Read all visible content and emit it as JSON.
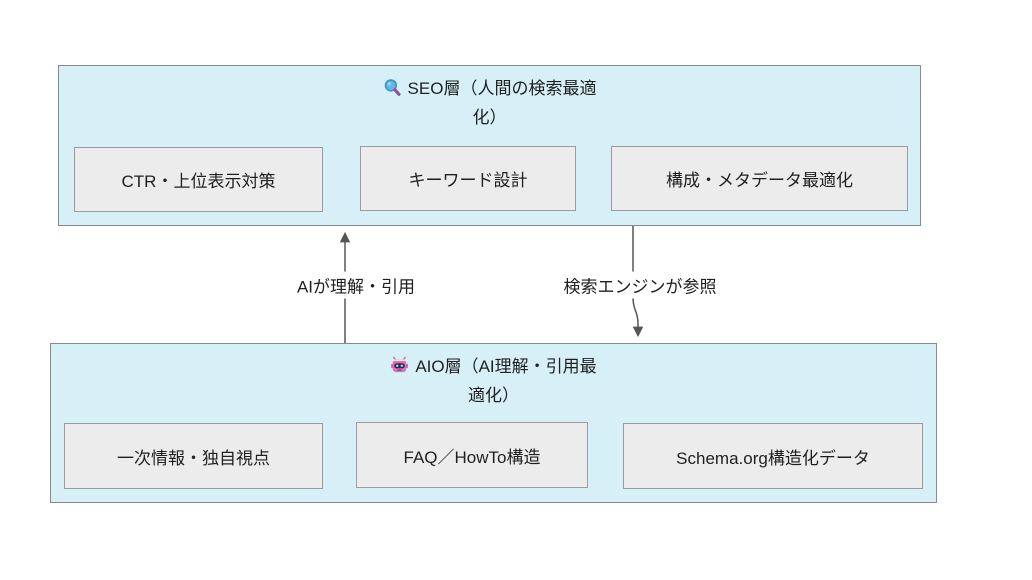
{
  "diagram": {
    "type": "layered-flowchart",
    "layers": [
      {
        "id": "seo",
        "icon": "magnifying-glass-icon",
        "title": "SEO層（人間の検索最適化）",
        "title_lines": [
          "SEO層（人間の検索最適",
          "化）"
        ],
        "nodes": [
          {
            "label": "CTR・上位表示対策"
          },
          {
            "label": "キーワード設計"
          },
          {
            "label": "構成・メタデータ最適化"
          }
        ]
      },
      {
        "id": "aio",
        "icon": "robot-icon",
        "title": "AIO層（AI理解・引用最適化）",
        "title_lines": [
          "AIO層（AI理解・引用最",
          "適化）"
        ],
        "nodes": [
          {
            "label": "一次情報・独自視点"
          },
          {
            "label": "FAQ／HowTo構造"
          },
          {
            "label": "Schema.org構造化データ"
          }
        ]
      }
    ],
    "edges": [
      {
        "from": "aio",
        "to": "seo",
        "direction": "up",
        "label": "AIが理解・引用"
      },
      {
        "from": "seo",
        "to": "aio",
        "direction": "down",
        "label": "検索エンジンが参照"
      }
    ],
    "colors": {
      "layer_fill": "#d7f0f7",
      "layer_border": "#848c90",
      "node_fill": "#ececec",
      "node_border": "#9b9b9b",
      "edge": "#555555",
      "text": "#1f1f1f",
      "background": "#ffffff"
    }
  }
}
